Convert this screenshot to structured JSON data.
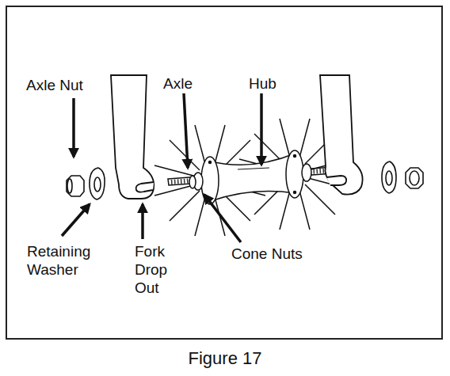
{
  "diagram": {
    "caption": "Figure 17",
    "labels": [
      "Axle Nut",
      "Axle",
      "Hub",
      "Retaining Washer",
      "Fork Drop Out",
      "Cone Nuts"
    ]
  }
}
